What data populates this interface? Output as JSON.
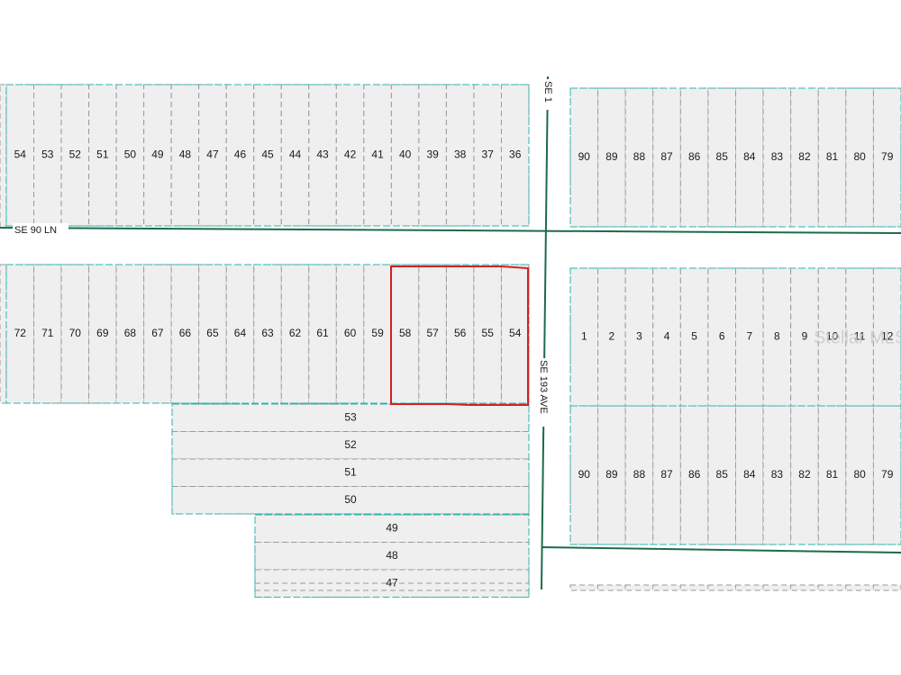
{
  "map": {
    "roads": {
      "horizontal_top": "SE 90 LN",
      "vertical": "SE 193 AVE",
      "vertical_top_cut": "SE 1"
    },
    "blocks": {
      "top_left": [
        "54",
        "53",
        "52",
        "51",
        "50",
        "49",
        "48",
        "47",
        "46",
        "45",
        "44",
        "43",
        "42",
        "41",
        "40",
        "39",
        "38",
        "37",
        "36"
      ],
      "top_right": [
        "90",
        "89",
        "88",
        "87",
        "86",
        "85",
        "84",
        "83",
        "82",
        "81",
        "80",
        "79"
      ],
      "mid_left": [
        "72",
        "71",
        "70",
        "69",
        "68",
        "67",
        "66",
        "65",
        "64",
        "63",
        "62",
        "61",
        "60",
        "59",
        "58",
        "57",
        "56",
        "55",
        "54"
      ],
      "mid_right_top": [
        "1",
        "2",
        "3",
        "4",
        "5",
        "6",
        "7",
        "8",
        "9",
        "10",
        "11",
        "12"
      ],
      "mid_right_bottom": [
        "90",
        "89",
        "88",
        "87",
        "86",
        "85",
        "84",
        "83",
        "82",
        "81",
        "80",
        "79"
      ],
      "horizontal_lots_a": [
        "53",
        "52",
        "51",
        "50"
      ],
      "horizontal_lots_b": [
        "49",
        "48",
        "47"
      ]
    },
    "highlighted_lots": [
      "58",
      "57",
      "56",
      "55",
      "54"
    ],
    "colors": {
      "highlight": "#d42020",
      "block_outline": "#2bb5b0",
      "road_line": "#1d6b4a",
      "lot_fill": "#efefef"
    },
    "watermark": "Stellar MLS"
  }
}
